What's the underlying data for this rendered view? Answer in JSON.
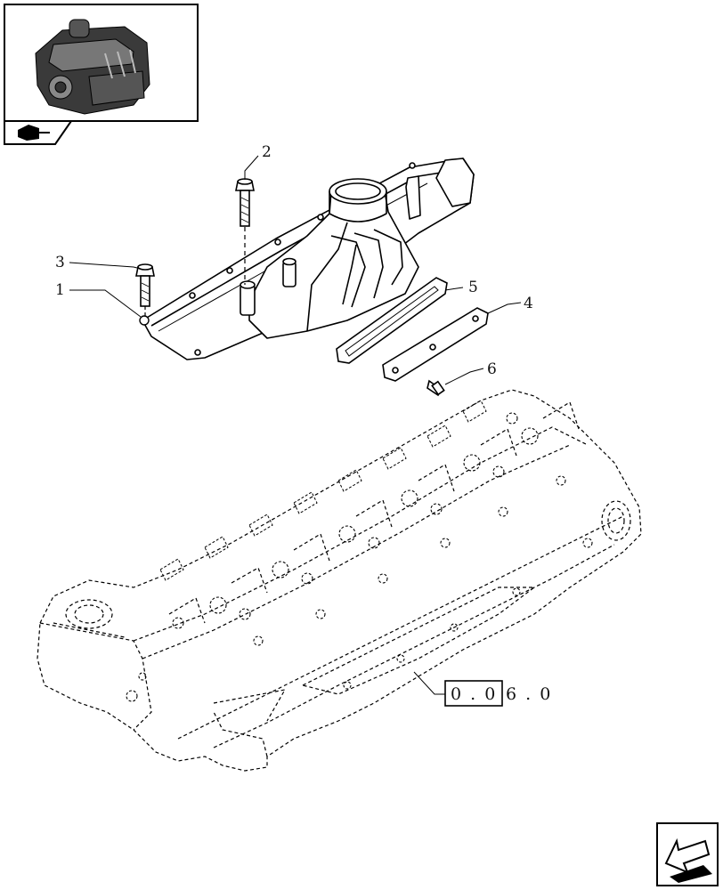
{
  "callouts": [
    "1",
    "2",
    "3",
    "4",
    "5",
    "6"
  ],
  "reference": {
    "boxed": "0 . 0",
    "rest": "6 . 0"
  },
  "icons": {
    "thumbnail": "engine-thumbnail-icon",
    "tab": "hand-pointer-tab-icon",
    "nav": "next-page-arrow-icon"
  }
}
